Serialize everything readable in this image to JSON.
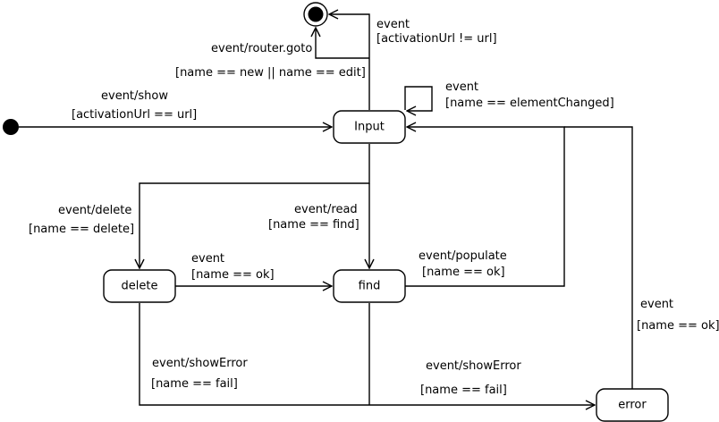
{
  "states": {
    "input": "Input",
    "delete": "delete",
    "find": "find",
    "error": "error"
  },
  "labels": {
    "self_loop_event": "event",
    "self_loop_guard": "[name == elementChanged]",
    "to_final_event": "event",
    "to_final_guard": "[activationUrl != url]",
    "router_goto_event": "event/router.goto",
    "router_goto_guard": "[name == new || name == edit]",
    "initial_event": "event/show",
    "initial_guard": "[activationUrl == url]",
    "to_delete_event": "event/delete",
    "to_delete_guard": "[name == delete]",
    "to_find_event": "event/read",
    "to_find_guard": "[name == find]",
    "delete_to_find_event": "event",
    "delete_to_find_guard": "[name == ok]",
    "populate_event": "event/populate",
    "populate_guard": "[name == ok]",
    "error_to_input_event": "event",
    "error_to_input_guard": "[name == ok]",
    "delete_error_event": "event/showError",
    "delete_error_guard": "[name == fail]",
    "find_error_event": "event/showError",
    "find_error_guard": "[name == fail]"
  }
}
